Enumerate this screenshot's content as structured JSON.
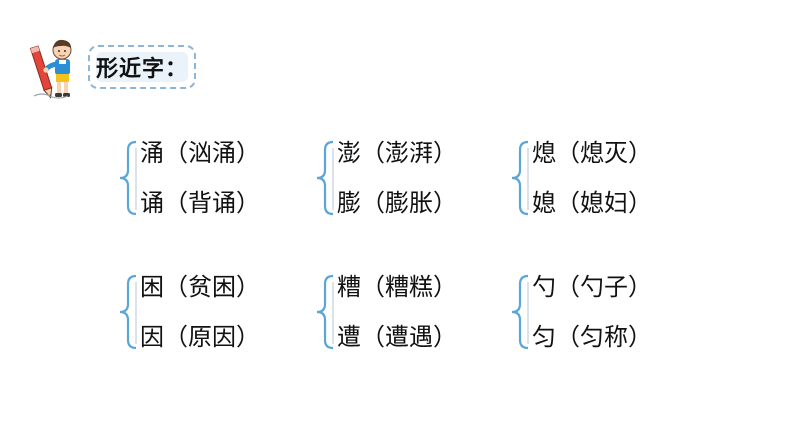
{
  "title": "形近字：",
  "colors": {
    "brace": "#5aa6d8",
    "frame": "#8fb5d6",
    "text": "#111111"
  },
  "groups": [
    {
      "lines": [
        "涌（汹涌）",
        "诵（背诵）"
      ]
    },
    {
      "lines": [
        "澎（澎湃）",
        "膨（膨胀）"
      ]
    },
    {
      "lines": [
        "熄（熄灭）",
        "媳（媳妇）"
      ]
    },
    {
      "lines": [
        "困（贫困）",
        "因（原因）"
      ]
    },
    {
      "lines": [
        "糟（糟糕）",
        "遭（遭遇）"
      ]
    },
    {
      "lines": [
        "勺（勺子）",
        "匀（匀称）"
      ]
    }
  ]
}
